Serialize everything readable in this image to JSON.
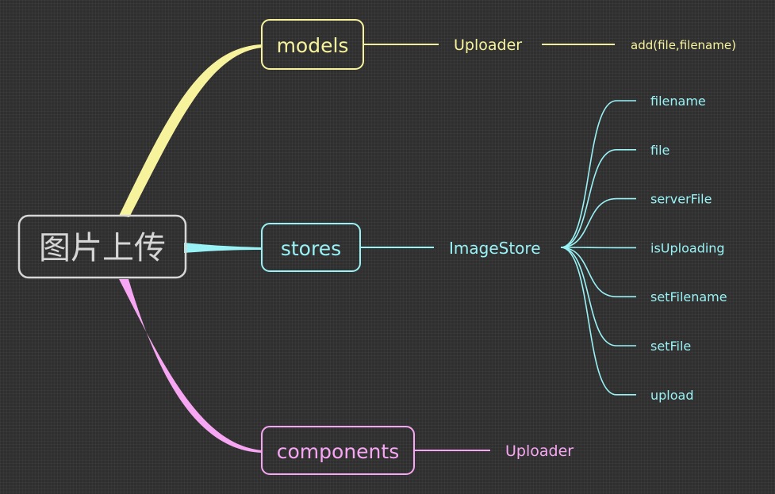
{
  "root": {
    "label": "图片上传",
    "color": "#d6d6d6"
  },
  "branches": {
    "models": {
      "label": "models",
      "color": "#f7f39c",
      "child": "Uploader",
      "grandchild": "add(file,filename)"
    },
    "stores": {
      "label": "stores",
      "color": "#99f2f5",
      "child": "ImageStore",
      "leaves": [
        "filename",
        "file",
        "serverFile",
        "isUploading",
        "setFilename",
        "setFile",
        "upload"
      ]
    },
    "components": {
      "label": "components",
      "color": "#f7a6f3",
      "child": "Uploader"
    }
  }
}
